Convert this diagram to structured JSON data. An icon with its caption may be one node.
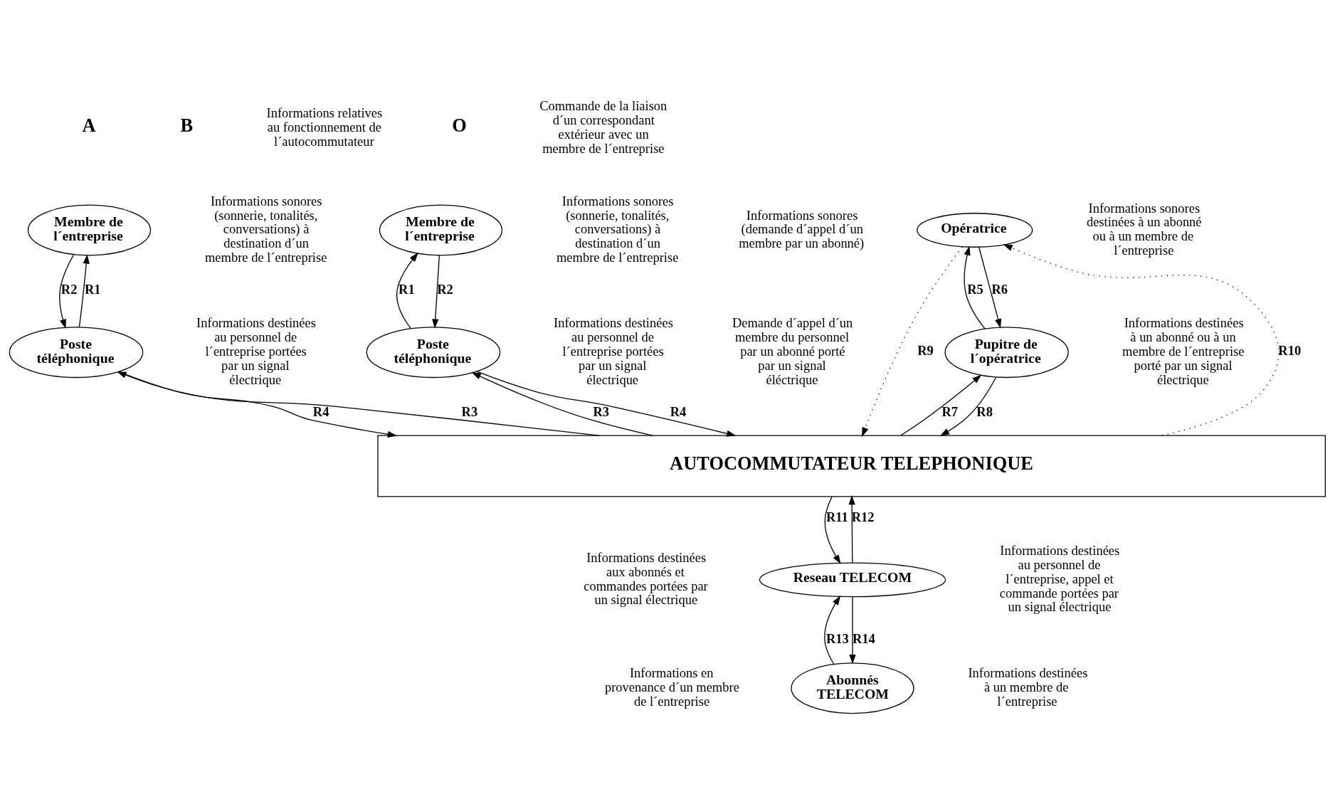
{
  "diagram": {
    "nodes": [
      {
        "text": [
          "Membre de l´entreprise"
        ]
      },
      {
        "text": [
          "Poste téléphonique"
        ]
      },
      {
        "text": [
          "Membre de l´entreprise"
        ]
      },
      {
        "text": [
          "Poste téléphonique"
        ]
      },
      {
        "text": [
          "Opératrice"
        ]
      },
      {
        "text": [
          "Pupitre de l´opératrice"
        ]
      },
      {
        "text": [
          "AUTOCOMMUTATEUR TELEPHONIQUE"
        ]
      },
      {
        "text": [
          "Reseau TELECOM"
        ]
      },
      {
        "text": [
          "Abonnés TELECOM"
        ]
      }
    ],
    "edges": [
      {
        "from": 1,
        "to": 0,
        "arrow": "to",
        "label": "R1"
      },
      {
        "from": 0,
        "to": 1,
        "arrow": "to",
        "label": "R2"
      },
      {
        "from": 6,
        "to": 1,
        "arrow": "to",
        "label": "R3"
      },
      {
        "from": 1,
        "to": 6,
        "arrow": "to",
        "label": "R4"
      },
      {
        "from": 3,
        "to": 2,
        "arrow": "to",
        "label": "R1"
      },
      {
        "from": 2,
        "to": 3,
        "arrow": "to",
        "label": "R2"
      },
      {
        "from": 6,
        "to": 3,
        "arrow": "to",
        "label": "R3"
      },
      {
        "from": 3,
        "to": 6,
        "arrow": "to",
        "label": "R4"
      },
      {
        "from": 5,
        "to": 4,
        "arrow": "to",
        "label": "R5"
      },
      {
        "from": 4,
        "to": 5,
        "arrow": "to",
        "label": "R6"
      },
      {
        "from": 6,
        "to": 5,
        "arrow": "to",
        "label": "R7"
      },
      {
        "from": 5,
        "to": 6,
        "arrow": "to",
        "label": "R8"
      },
      {
        "from": 4,
        "to": 6,
        "arrow": "to",
        "label": "R9",
        "style": "dashed"
      },
      {
        "from": 6,
        "to": 4,
        "arrow": "to",
        "label": "R10",
        "style": "dashed"
      },
      {
        "from": 6,
        "to": 7,
        "arrow": "to",
        "label": "R11"
      },
      {
        "from": 7,
        "to": 6,
        "arrow": "to",
        "label": "R12"
      },
      {
        "from": 8,
        "to": 7,
        "arrow": "to",
        "label": "R13"
      },
      {
        "from": 7,
        "to": 8,
        "arrow": "to",
        "label": "R14"
      }
    ],
    "labels": [
      "A",
      "Informations sonores (sonnerie, tonalités, conversations) à destination d´un membre de l´entreprise",
      "Informations destinées au personnel de l´entreprise portées par un signal électrique",
      "B",
      "Informations sonores (sonnerie, tonalités, conversations) à destination d´un membre de l´entreprise",
      "Informations destinées au personnel de l´entreprise portées par un signal électrique",
      "Informations relatives au fonctionnement de l´autocommutateur",
      "O",
      "Commande de la liaison d´un correspondant extérieur avec un membre de l´entreprise",
      "Informations sonores (demande d´appel d´un membre par un abonné)",
      "Demande d´appel d´un membre du personnel par un abonné porté par un signal éléctrique",
      "Informations sonores destinées à un abonné ou à un membre de l´entreprise",
      "Informations destinées à un abonné ou à un membre de l´entreprise porté par un signal électrique",
      "Informations destinées aux abonnés et commandes portées par un signal électrique",
      "Informations destinées au personnel de l´entreprise, appel et commande portées par un signal électrique",
      "Informations en provenance d´un membre de l´entreprise",
      "Informations destinées à un membre de l´entreprise"
    ]
  }
}
